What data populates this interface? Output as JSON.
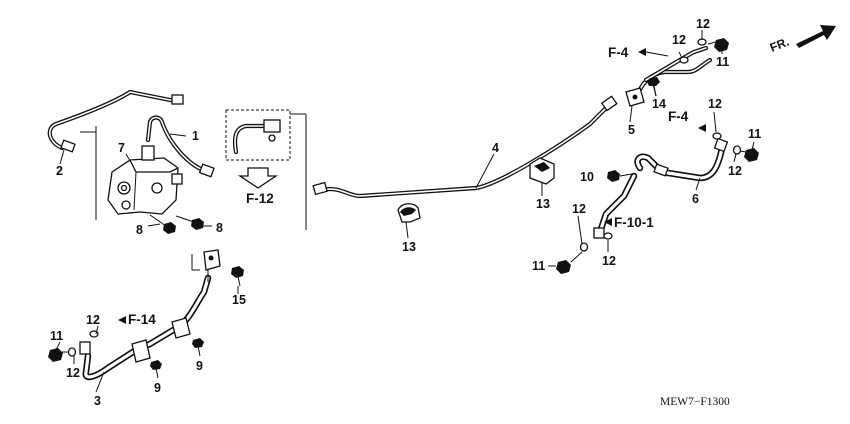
{
  "callouts": [
    "1",
    "2",
    "3",
    "4",
    "5",
    "6",
    "7",
    "8",
    "8",
    "9",
    "9",
    "10",
    "11",
    "11",
    "11",
    "11",
    "12",
    "12",
    "12",
    "12",
    "12",
    "12",
    "12",
    "12",
    "13",
    "13",
    "14",
    "15"
  ],
  "refs": [
    "F-12",
    "F-14",
    "F-4",
    "F-4",
    "F-10-1"
  ],
  "front_label": "FR.",
  "diagram_code": "MEW7−F1300"
}
